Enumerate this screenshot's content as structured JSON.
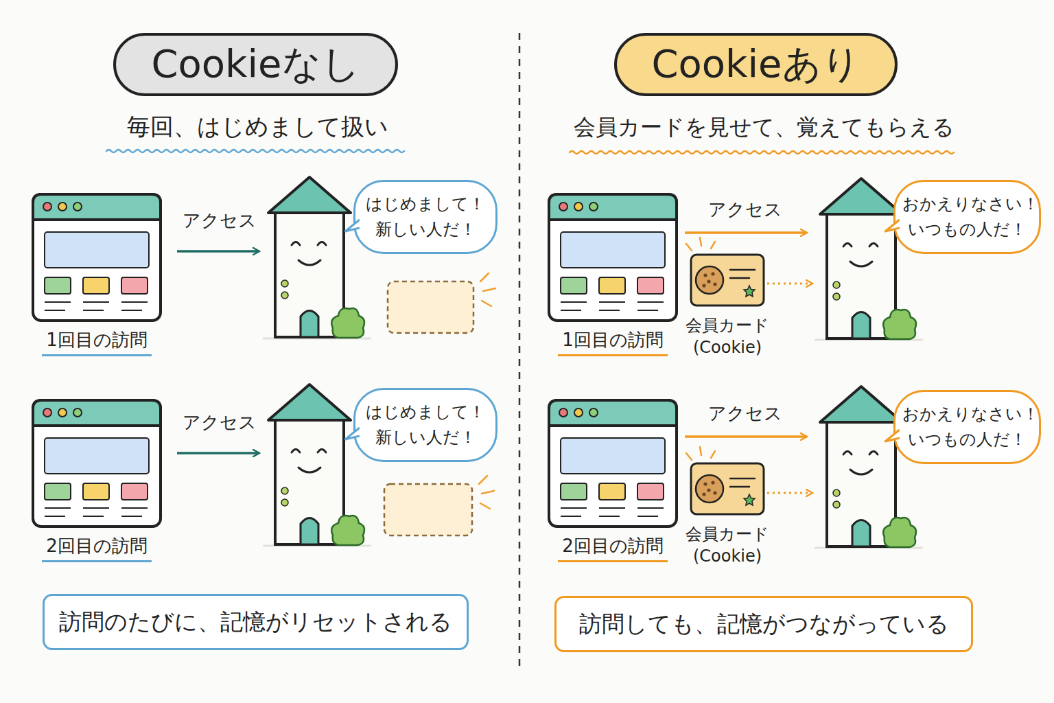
{
  "diagram": {
    "nodes": [
      {
        "text": [
          "Cookieなし"
        ]
      },
      {
        "text": [
          "Cookieあり"
        ]
      },
      {
        "text": [
          "1回目の訪問"
        ]
      },
      {
        "text": [
          "はじめまして！ 新しい人だ！"
        ]
      },
      {
        "text": [
          "1回目の訪問"
        ]
      },
      {
        "text": [
          "会員カード (Cookie)"
        ]
      },
      {
        "text": [
          "おかえりなさい！ いつもの人だ！"
        ]
      },
      {
        "text": [
          "2回目の訪問"
        ]
      },
      {
        "text": [
          "はじめまして！ 新しい人だ！"
        ]
      },
      {
        "text": [
          "2回目の訪問"
        ]
      },
      {
        "text": [
          "会員カード (Cookie)"
        ]
      },
      {
        "text": [
          "おかえりなさい！ いつもの人だ！"
        ]
      },
      {
        "text": [
          "訪問のたびに、記憶がリセットされる"
        ]
      },
      {
        "text": [
          "訪問しても、記憶がつながっている"
        ]
      }
    ],
    "labels": [
      "毎回、はじめまして扱い",
      "会員カードを見せて、覚えてもらえる",
      "アクセス",
      "アクセス",
      "アクセス",
      "アクセス"
    ]
  }
}
